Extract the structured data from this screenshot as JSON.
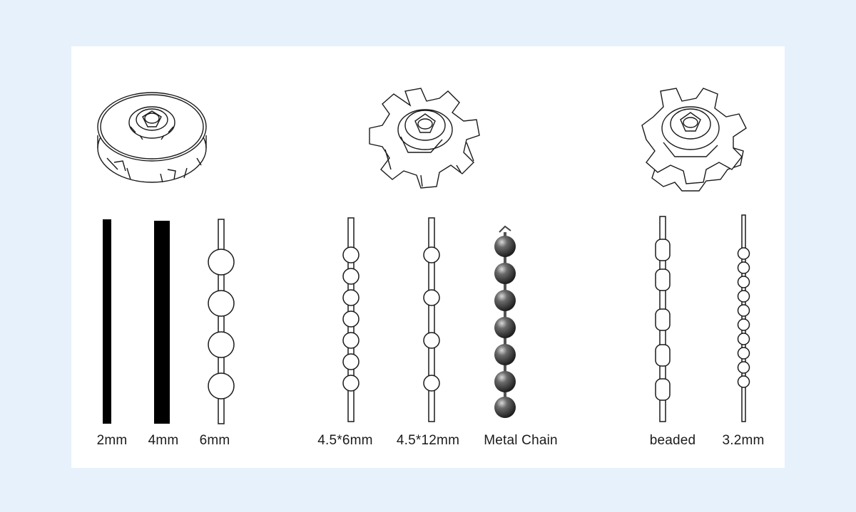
{
  "labels": {
    "mm2": "2mm",
    "mm4": "4mm",
    "mm6": "6mm",
    "mm45x6": "4.5*6mm",
    "mm45x12": "4.5*12mm",
    "metal_chain": "Metal Chain",
    "beaded": "beaded",
    "mm32": "3.2mm"
  },
  "colors": {
    "background": "#e6f1fc",
    "card": "#ffffff",
    "line": "#1a1a1a",
    "metal": "#3a3a3a"
  },
  "icons": [
    "spool-pulley-icon",
    "gear-pulley-small-icon",
    "gear-pulley-large-icon"
  ]
}
